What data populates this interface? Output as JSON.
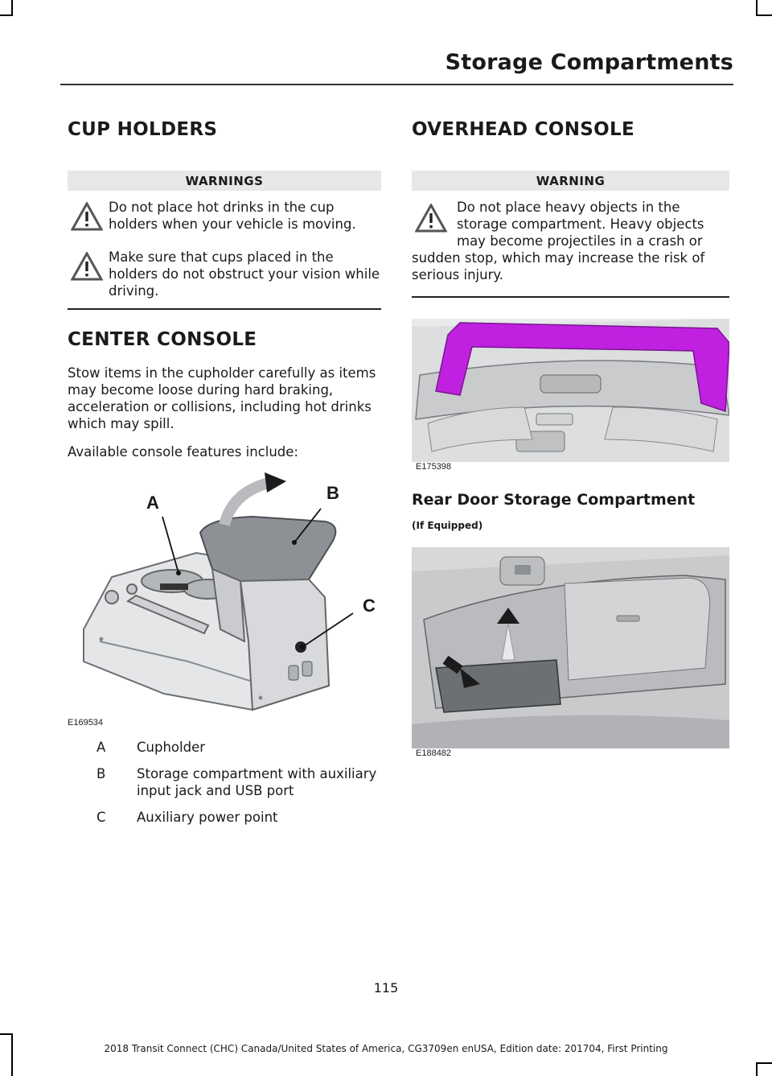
{
  "header": {
    "title": "Storage Compartments"
  },
  "cup_holders": {
    "title": "CUP HOLDERS",
    "warnings_heading": "WARNINGS",
    "warnings": [
      "Do not place hot drinks in the cup holders when your vehicle is moving.",
      "Make sure that cups placed in the holders do not obstruct your vision while driving."
    ]
  },
  "center_console": {
    "title": "CENTER CONSOLE",
    "paragraph1": "Stow items in the cupholder carefully as items may become loose during hard braking, acceleration or collisions, including hot drinks which may spill.",
    "paragraph2": "Available console features include:",
    "figure_code": "E169534",
    "callouts": {
      "a": "A",
      "b": "B",
      "c": "C"
    },
    "legend": [
      {
        "key": "A",
        "value": "Cupholder"
      },
      {
        "key": "B",
        "value": "Storage compartment with auxiliary input jack and USB port"
      },
      {
        "key": "C",
        "value": "Auxiliary power point"
      }
    ]
  },
  "overhead_console": {
    "title": "OVERHEAD CONSOLE",
    "warning_heading": "WARNING",
    "warning": "Do not place heavy objects in the storage compartment. Heavy objects may become projectiles in a crash or sudden stop, which may increase the risk of serious injury.",
    "figure_code": "E175398",
    "highlight_color": "#c020e0"
  },
  "rear_door": {
    "title": "Rear Door Storage Compartment",
    "note": "(If Equipped)",
    "figure_code": "E188482"
  },
  "page_number": "115",
  "footer": "2018 Transit Connect (CHC) Canada/United States of America, CG3709en enUSA, Edition date: 201704, First Printing"
}
